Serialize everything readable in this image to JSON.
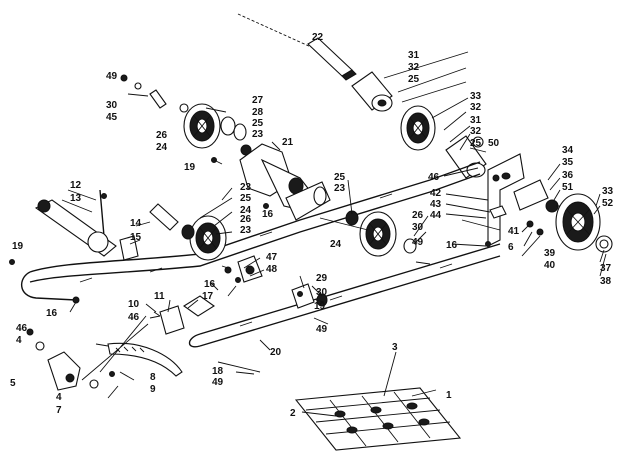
{
  "labels": {
    "l1": "1",
    "l2": "2",
    "l3": "3",
    "l4a": "4",
    "l4b": "4",
    "l5": "5",
    "l6": "6",
    "l7": "7",
    "l8": "8",
    "l9": "9",
    "l10": "10",
    "l11": "11",
    "l12": "12",
    "l13": "13",
    "l14": "14",
    "l15": "15",
    "l16a": "16",
    "l16b": "16",
    "l16c": "16",
    "l16d": "16",
    "l17": "17",
    "l18": "18",
    "l19a": "19",
    "l19b": "19",
    "l19c": "19",
    "l20": "20",
    "l21": "21",
    "l22": "22",
    "l23a": "23",
    "l23b": "23",
    "l23c": "23",
    "l23d": "23",
    "l24a": "24",
    "l24b": "24",
    "l24c": "24",
    "l25a": "25",
    "l25b": "25",
    "l25c": "25",
    "l25d": "25",
    "l26a": "26",
    "l26b": "26",
    "l26c": "26",
    "l27": "27",
    "l28": "28",
    "l29": "29",
    "l30a": "30",
    "l30b": "30",
    "l30c": "30",
    "l31a": "31",
    "l31b": "31",
    "l32a": "32",
    "l32b": "32",
    "l32c": "32",
    "l33a": "33",
    "l33b": "33",
    "l34": "34",
    "l35": "35",
    "l36": "36",
    "l37": "37",
    "l38": "38",
    "l39": "39",
    "l40": "40",
    "l41": "41",
    "l42": "42",
    "l43": "43",
    "l44": "44",
    "l45": "45",
    "l46a": "46",
    "l46b": "46",
    "l46c": "46",
    "l47": "47",
    "l48": "48",
    "l49a": "49",
    "l49b": "49",
    "l49c": "49",
    "l49d": "49",
    "l50": "50",
    "l51": "51",
    "l52": "52"
  }
}
